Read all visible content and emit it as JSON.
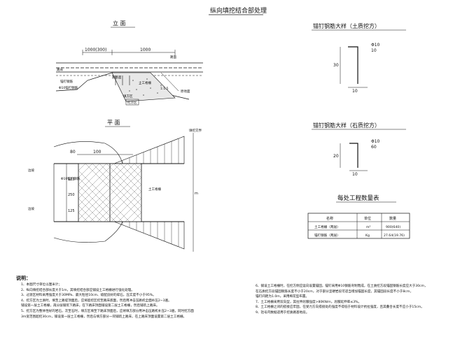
{
  "drawing": {
    "title": "纵向填挖结合部处理",
    "elevation": {
      "title": "立 面",
      "dim_1": "1000(300)",
      "dim_2": "1000",
      "labels": {
        "road_surface": "路面",
        "design_line": "路床",
        "base": "路基面",
        "rebar": "锚钉钢筋",
        "anchor": "Φ10锚钉钢筋",
        "geogrid": "土工格栅",
        "slope_ratio": "1:1.5",
        "original_ground": "原地面",
        "fill": "填方区",
        "cut": "挖方区"
      }
    },
    "plan": {
      "title": "平 面",
      "dim_top": "100",
      "dim_small": "80",
      "dim_right": "m",
      "dim_left_1": "125",
      "dim_left_2": "250",
      "dim_left_3": "125",
      "labels": {
        "left_top": "边坡",
        "left_bottom": "边坡",
        "anchor": "Φ10锚钉钢筋",
        "geogrid": "土工格栅",
        "right_top": "填挖交界"
      }
    },
    "detail_soil": {
      "title": "锚钉钢筋大样（土质挖方）",
      "dia": "Φ10",
      "hook": "10",
      "height": "30",
      "base": "10"
    },
    "detail_rock": {
      "title": "锚钉钢筋大样（石质挖方）",
      "dia": "Φ10",
      "hook": "60",
      "height": "20",
      "base": "10"
    },
    "quantity_table": {
      "title": "每处工程数量表",
      "headers": [
        "名称",
        "单位",
        "数量"
      ],
      "rows": [
        [
          "土工格栅（两层）",
          "m²",
          "900(640)"
        ],
        [
          "锚钉钢筋（两层）",
          "Kg",
          "27.64(19.76)"
        ]
      ]
    },
    "notes": {
      "title": "说明：",
      "left": [
        "1、本图尺寸单位以厘米计；",
        "2、纵向填挖结合部长度大于1m，其填挖结合部应铺设土工格栅进行强化处理。",
        "3、过渡区材料采用强度大于30MPa、最大粒径10cm、级配良好的碎石，压实度不小于95%。",
        "4、挖方区为土质时，填至上路堤顶面后，应将超挖区挖至路床底面，然后用冲击压路机全面补压2~3遍。",
        "   铺设第一层土工格栅，再分层铺筑下路床，在下路床顶面铺设第二层土工格栅，然后铺筑上路床。",
        "5、挖方区为整体性好的岩石，次至石时，填方区填至下路床顶面后，应将填方部分用冲击压路机补压2~3遍，同时挖方面",
        "   3m宽范围超挖30cm，铺设第一层土工格栅，然后与填方部分一同铺筑上路床，在上路床顶面设置第二层土工格栅。"
      ],
      "right": [
        "6、铺设土工格栅时，在挖方侧应竖向设置锚固，锚钉采用Φ10钢筋弯制而成，在土质挖方段锚固钢筋长度应大于30cm，",
        "   在石质挖方段锚固钢筋长度不小于20cm，对于部分坚硬岩段可适当增加锚固长度，其锚固段长度不小于8cm，",
        "   锚钉间距为1.0m，采用梅花型布置。",
        "7、土工格栅采用双向型，其拉伸屈服强度>80KN/m，屈服延伸率≤3%。",
        "8、土工格栅之间的搭接应牢固，在受力方向搭接处的强度不得低于材料设计抗拉强度，且其叠合长度不应小于15cm。",
        "9、括号内数据适用于挖质路基地段。"
      ]
    }
  }
}
